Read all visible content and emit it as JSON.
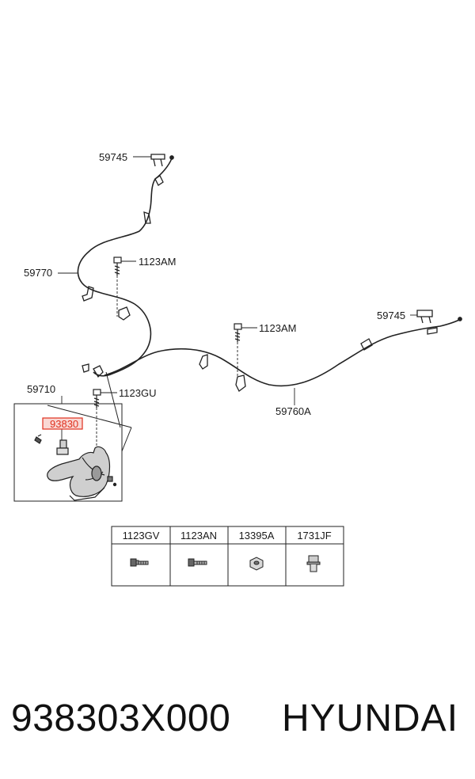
{
  "callouts": {
    "clip_top": "59745",
    "clip_right": "59745",
    "front_cable": "59770",
    "bolt_upper_left": "1123AM",
    "bolt_upper_right": "1123AM",
    "rear_cable": "59760A",
    "lever_assembly": "59710",
    "lever_bolt": "1123GU",
    "highlight_part": "93830"
  },
  "highlight_color": "#e0301e",
  "legend_table": {
    "headers": [
      "1123GV",
      "1123AN",
      "13395A",
      "1731JF"
    ],
    "icons": [
      "bolt-flanged-icon",
      "bolt-long-icon",
      "hex-nut-icon",
      "clip-fastener-icon"
    ]
  },
  "footer": {
    "part_number": "938303X000",
    "brand": "HYUNDAI"
  }
}
